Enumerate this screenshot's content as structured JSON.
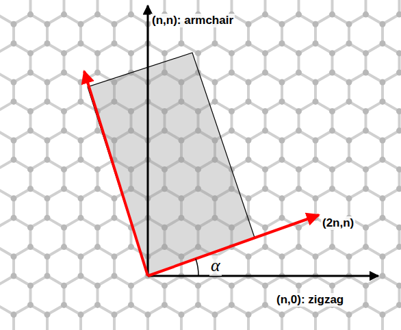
{
  "diagram": {
    "labels": [
      "(n,n): armchair",
      "(2n,n)",
      "α",
      "(n,0): zigzag"
    ]
  }
}
